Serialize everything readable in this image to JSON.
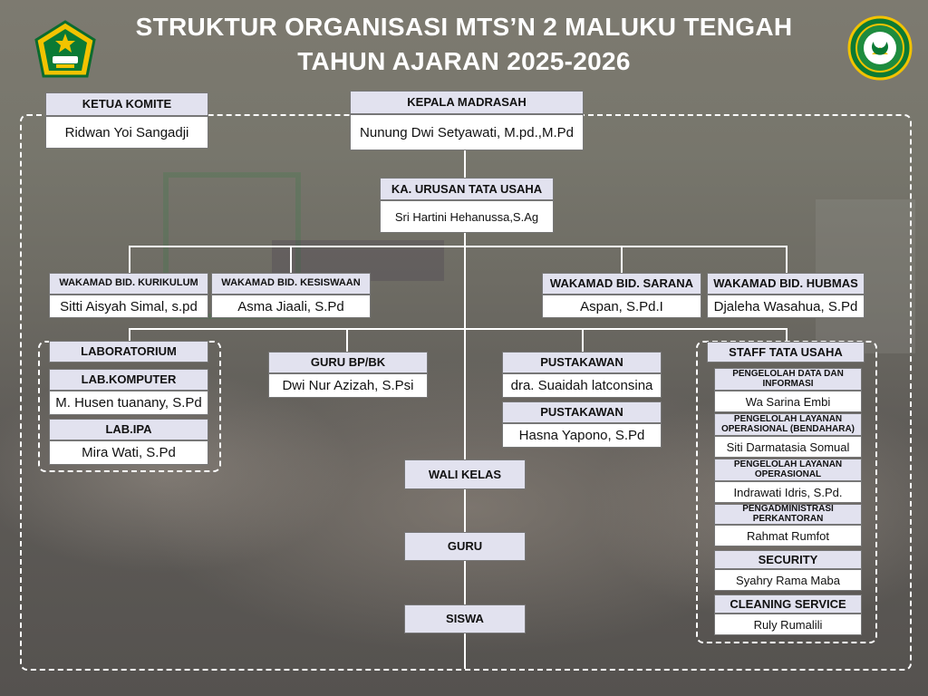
{
  "title": {
    "line1": "STRUKTUR ORGANISASI MTS’N 2 MALUKU TENGAH",
    "line2": "TAHUN AJARAN 2025-2026"
  },
  "icons": {
    "left_logo": "kemenag-emblem-icon",
    "right_logo": "madrasah-emblem-icon"
  },
  "colors": {
    "header_fill": "#e2e2ef",
    "value_fill": "#ffffff",
    "connector": "#ffffff"
  },
  "ketua_komite": {
    "role": "KETUA KOMITE",
    "name": "Ridwan Yoi Sangadji"
  },
  "kepala": {
    "role": "KEPALA MADRASAH",
    "name": "Nunung Dwi Setyawati, M.pd.,M.Pd"
  },
  "tata_usaha": {
    "role": "KA. URUSAN TATA USAHA",
    "name": "Sri Hartini Hehanussa,S.Ag"
  },
  "wakamad": [
    {
      "role": "WAKAMAD BID. KURIKULUM",
      "name": "Sitti Aisyah Simal, s.pd"
    },
    {
      "role": "WAKAMAD BID. KESISWAAN",
      "name": "Asma Jiaali, S.Pd"
    },
    {
      "role": "WAKAMAD BID. SARANA",
      "name": "Aspan, S.Pd.I"
    },
    {
      "role": "WAKAMAD BID. HUBMAS",
      "name": "Djaleha Wasahua, S.Pd"
    }
  ],
  "laboratorium": {
    "title": "LABORATORIUM",
    "komputer": {
      "role": "LAB.KOMPUTER",
      "name": "M. Husen tuanany, S.Pd"
    },
    "ipa": {
      "role": "LAB.IPA",
      "name": "Mira Wati, S.Pd"
    }
  },
  "guru_bk": {
    "role": "GURU BP/BK",
    "name": "Dwi Nur Azizah, S.Psi"
  },
  "pustakawan": [
    {
      "role": "PUSTAKAWAN",
      "name": "dra. Suaidah latconsina"
    },
    {
      "role": "PUSTAKAWAN",
      "name": "Hasna Yapono, S.Pd"
    }
  ],
  "staff": {
    "title": "STAFF TATA USAHA",
    "items": [
      {
        "role": "PENGELOLAH DATA DAN INFORMASI",
        "name": "Wa Sarina Embi"
      },
      {
        "role": "PENGELOLAH LAYANAN OPERASIONAL (BENDAHARA)",
        "name": "Siti Darmatasia Somual"
      },
      {
        "role": "PENGELOLAH LAYANAN OPERASIONAL",
        "name": "Indrawati Idris, S.Pd."
      },
      {
        "role": "PENGADMINISTRASI PERKANTORAN",
        "name": "Rahmat Rumfot"
      },
      {
        "role": "SECURITY",
        "name": "Syahry Rama Maba"
      },
      {
        "role": "CLEANING SERVICE",
        "name": "Ruly Rumalili"
      }
    ]
  },
  "bottom_chain": [
    "WALI KELAS",
    "GURU",
    "SISWA"
  ]
}
